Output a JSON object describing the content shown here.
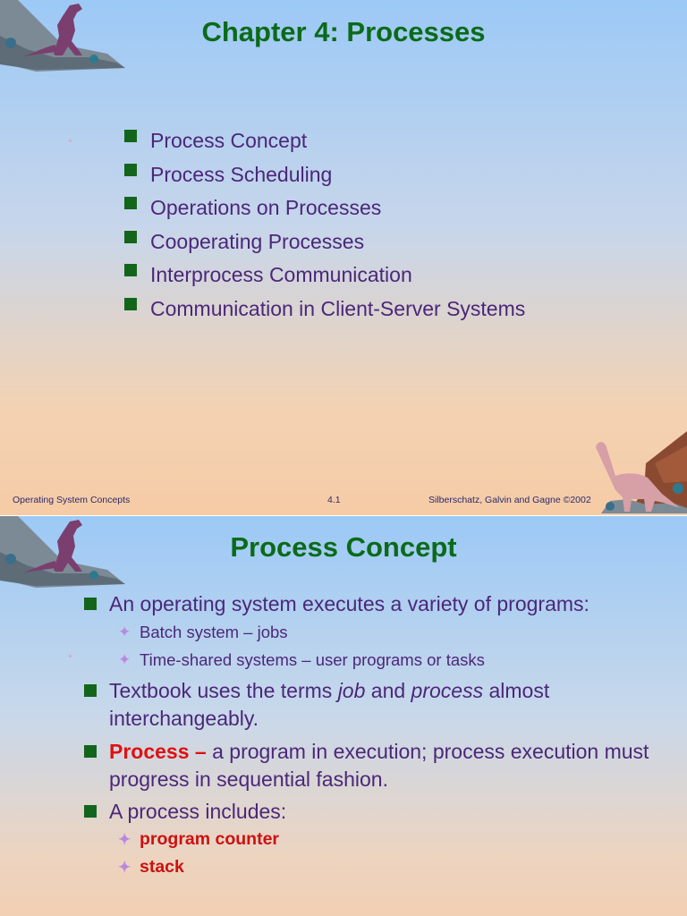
{
  "slide1": {
    "title": "Chapter 4:  Processes",
    "topics": [
      "Process Concept",
      "Process Scheduling",
      "Operations on Processes",
      "Cooperating Processes",
      "Interprocess Communication",
      "Communication in Client-Server Systems"
    ],
    "footer": {
      "left": "Operating System Concepts",
      "center": "4.1",
      "right": "Silberschatz, Galvin and  Gagne ©2002"
    }
  },
  "slide2": {
    "title": "Process Concept",
    "b1": "An operating system executes a variety of programs:",
    "b1_subs": [
      "Batch system – jobs",
      "Time-shared systems – user programs or tasks"
    ],
    "b2_pre": "Textbook uses the terms ",
    "b2_job": "job",
    "b2_mid": " and ",
    "b2_process": "process",
    "b2_post": " almost interchangeably.",
    "b3_term": "Process –",
    "b3_rest": " a program in execution; process execution must progress in sequential fashion.",
    "b4": "A process includes:",
    "b4_subs": [
      "program counter",
      "stack"
    ]
  },
  "colors": {
    "title": "#0b6a1a",
    "text": "#4b2779",
    "bullet": "#13651b",
    "sub_bullet": "#bb88e0",
    "highlight": "#e01010"
  },
  "icons": [
    "square-bullet-icon",
    "diamond-bullet-icon",
    "dinosaur-logo",
    "brontosaurus-logo"
  ]
}
